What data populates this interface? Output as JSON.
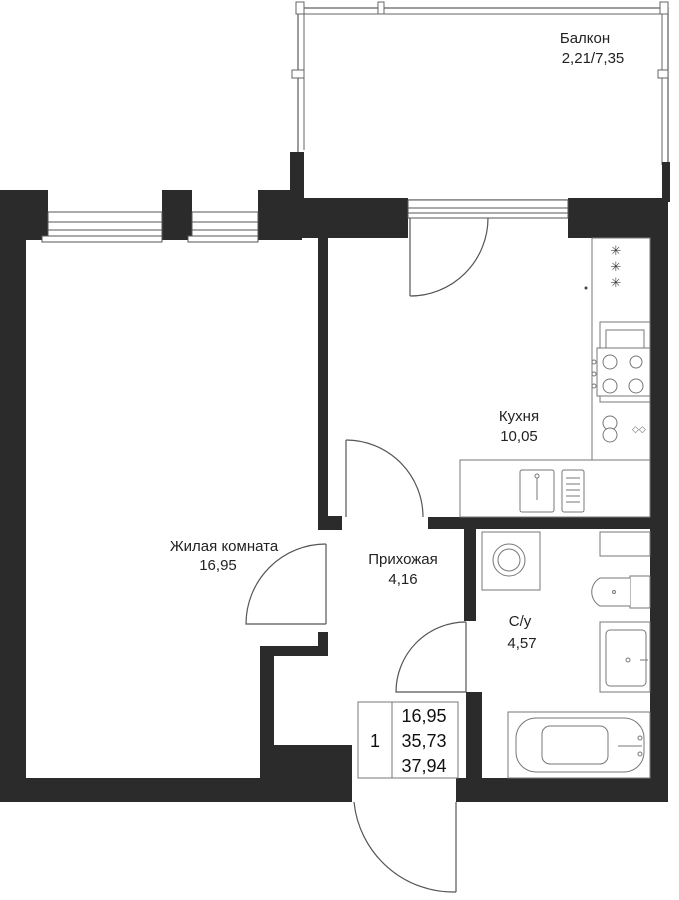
{
  "colors": {
    "wall": "#2b2b2b",
    "line": "#555555",
    "background": "#ffffff",
    "text": "#222222"
  },
  "rooms": {
    "balcony": {
      "name": "Балкон",
      "area": "2,21/7,35"
    },
    "kitchen": {
      "name": "Кухня",
      "area": "10,05"
    },
    "living": {
      "name": "Жилая комната",
      "area": "16,95"
    },
    "hall": {
      "name": "Прихожая",
      "area": "4,16"
    },
    "bathroom": {
      "name": "С/у",
      "area": "4,57"
    }
  },
  "summary": {
    "rooms_count": "1",
    "living_area": "16,95",
    "total_area": "35,73",
    "total_with_balcony": "37,94"
  }
}
